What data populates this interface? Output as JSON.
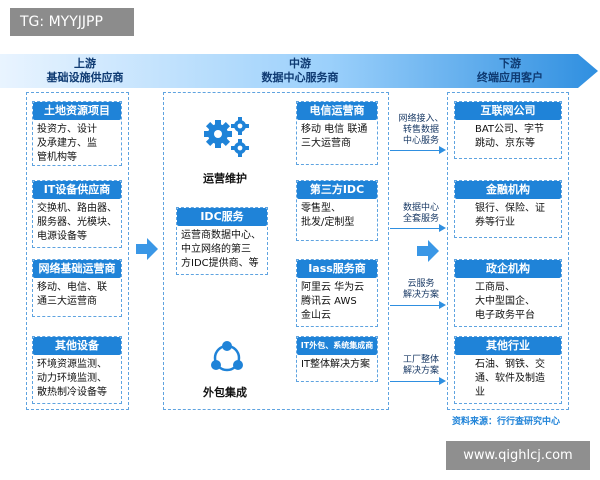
{
  "watermark_top": "TG: MYYJJPP",
  "watermark_bottom": "www.qighlcj.com",
  "colors": {
    "accent": "#1f83d8",
    "banner": "#2f8fe0",
    "dashed": "#5ea3e0",
    "title": "#0e3a72"
  },
  "header": {
    "upstream": {
      "line1": "上游",
      "line2": "基础设施供应商"
    },
    "midstream": {
      "line1": "中游",
      "line2": "数据中心服务商"
    },
    "downstream": {
      "line1": "下游",
      "line2": "终端应用客户"
    }
  },
  "upstream": [
    {
      "title": "土地资源项目",
      "body": [
        "投资方、设计",
        "及承建方、监",
        "管机构等"
      ]
    },
    {
      "title": "IT设备供应商",
      "body": [
        "交换机、路由器、",
        "服务器、光模块、",
        "电源设备等"
      ]
    },
    {
      "title": "网络基础运营商",
      "body": [
        "移动、电信、联",
        "通三大运营商"
      ]
    },
    {
      "title": "其他设备",
      "body": [
        "环境资源监测、",
        "动力环境监测、",
        "散热制冷设备等"
      ]
    }
  ],
  "midstream": {
    "ops_label": "运营维护",
    "idc": {
      "title": "IDC服务",
      "body": [
        "运营商数据中心、",
        "中立网络的第三",
        "方IDC提供商、等"
      ]
    },
    "outsource_label": "外包集成",
    "items": [
      {
        "title": "电信运营商",
        "body": [
          "移动 电信 联通",
          "三大运营商"
        ]
      },
      {
        "title": "第三方IDC",
        "body": [
          "零售型、",
          "批发/定制型"
        ]
      },
      {
        "title": "Iass服务商",
        "body": [
          "阿里云 华为云",
          "腾讯云 AWS",
          "金山云"
        ]
      },
      {
        "title": "IT外包、系统集成商",
        "body": [
          "IT整体解决方案"
        ]
      }
    ]
  },
  "connectors": [
    [
      "网络接入、",
      "转售数据",
      "中心服务"
    ],
    [
      "数据中心",
      "全套服务"
    ],
    [
      "云服务",
      "解决方案"
    ],
    [
      "工厂整体",
      "解决方案"
    ]
  ],
  "downstream": [
    {
      "title": "互联网公司",
      "body": [
        "BAT公司、字节",
        "跳动、京东等"
      ]
    },
    {
      "title": "金融机构",
      "body": [
        "银行、保险、证",
        "券等行业"
      ]
    },
    {
      "title": "政企机构",
      "body": [
        "工商局、",
        "大中型国企、",
        "电子政务平台"
      ]
    },
    {
      "title": "其他行业",
      "body": [
        "石油、钢铁、交",
        "通、软件及制造",
        "业"
      ]
    }
  ],
  "source": "资料来源：行行查研究中心"
}
